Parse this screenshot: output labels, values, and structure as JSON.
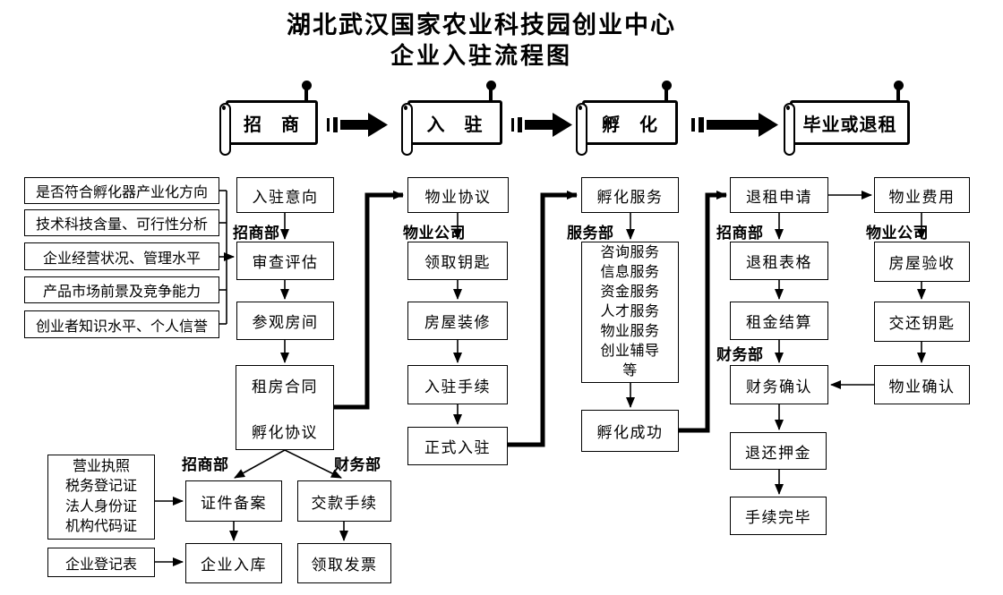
{
  "title": {
    "line1": "湖北武汉国家农业科技园创业中心",
    "line2": "企业入驻流程图"
  },
  "banners": [
    {
      "label": "招　商"
    },
    {
      "label": "入　驻"
    },
    {
      "label": "孵　化"
    },
    {
      "label": "毕业或退租"
    }
  ],
  "criteria": [
    "是否符合孵化器产业化方向",
    "技术科技含量、可行性分析",
    "企业经营状况、管理水平",
    "产品市场前景及竞争能力",
    "创业者知识水平、个人信誉"
  ],
  "dept_labels": {
    "col1": "招商部",
    "col2": "物业公司",
    "col3": "服务部",
    "col4_top": "招商部",
    "col4_mid": "财务部",
    "col5": "物业公司",
    "bottom_left": "招商部",
    "bottom_right": "财务部"
  },
  "boxes": {
    "ruzhu_yixiang": "入驻意向",
    "shencha_pinggu": "审查评估",
    "canguan_fangjian": "参观房间",
    "hetong": [
      "租房合同",
      "孵化协议"
    ],
    "zhengjian_docs": [
      "营业执照",
      "税务登记证",
      "法人身份证",
      "机构代码证"
    ],
    "qiye_dengjibiao": "企业登记表",
    "zhengjian_beian": "证件备案",
    "qiye_ruku": "企业入库",
    "jiaokuan_shouxu": "交款手续",
    "lingqu_fapiao": "领取发票",
    "wuye_xieyi": "物业协议",
    "lingqu_yaoshi": "领取钥匙",
    "fangwu_zhuangxiu": "房屋装修",
    "ruzhu_shouxu": "入驻手续",
    "zhengshi_ruzhu": "正式入驻",
    "fuhua_fuwu": "孵化服务",
    "services": [
      "咨询服务",
      "信息服务",
      "资金服务",
      "人才服务",
      "物业服务",
      "创业辅导",
      "等"
    ],
    "fuhua_chenggong": "孵化成功",
    "tuizu_shenqing": "退租申请",
    "tuizu_biaoge": "退租表格",
    "zujin_jiesuan": "租金结算",
    "caiwu_queren": "财务确认",
    "tuihuan_yajin": "退还押金",
    "shouxu_wanbi": "手续完毕",
    "wuye_feiyong": "物业费用",
    "fangwu_yanshou": "房屋验收",
    "jiaohuan_yaoshi": "交还钥匙",
    "wuye_queren": "物业确认"
  },
  "colors": {
    "ink": "#000000",
    "background": "#ffffff"
  }
}
